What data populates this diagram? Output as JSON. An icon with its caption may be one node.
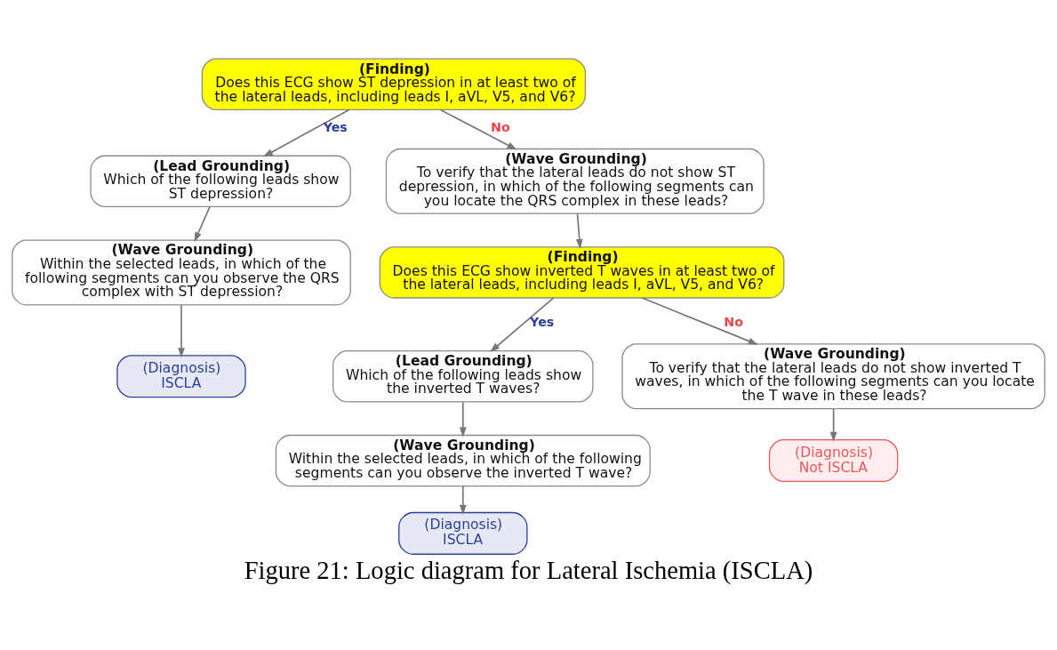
{
  "diagram": {
    "caption": "Figure 21: Logic diagram for Lateral Ischemia (ISCLA)",
    "nodes": [
      {
        "text": [
          "(Finding)",
          "Does this ECG show ST depression in at least two of the lateral leads, including leads I, aVL, V5, and V6?"
        ]
      },
      {
        "text": [
          "(Lead Grounding)",
          "Which of the following leads show ST depression?"
        ]
      },
      {
        "text": [
          "(Wave Grounding)",
          "To verify that the lateral leads do not show ST depression, in which of the following segments can you locate the QRS complex in these leads?"
        ]
      },
      {
        "text": [
          "(Wave Grounding)",
          "Within the selected leads, in which of the following segments can you observe the QRS complex with ST depression?"
        ]
      },
      {
        "text": [
          "(Finding)",
          "Does this ECG show inverted T waves in at least two of the lateral leads, including leads I, aVL, V5, and V6?"
        ]
      },
      {
        "text": [
          "(Diagnosis)",
          "ISCLA"
        ]
      },
      {
        "text": [
          "(Lead Grounding)",
          "Which of the following leads show the inverted T waves?"
        ]
      },
      {
        "text": [
          "(Wave Grounding)",
          "To verify that the lateral leads do not show inverted T waves, in which of the following segments can you locate the T wave in these leads?"
        ]
      },
      {
        "text": [
          "(Wave Grounding)",
          "Within the selected leads, in which of the following segments can you observe the inverted T wave?"
        ]
      },
      {
        "text": [
          "(Diagnosis)",
          "Not ISCLA"
        ]
      },
      {
        "text": [
          "(Diagnosis)",
          "ISCLA"
        ]
      }
    ],
    "edges": [
      {
        "from": 0,
        "to": 1,
        "arrow": "to",
        "label": "Yes"
      },
      {
        "from": 0,
        "to": 2,
        "arrow": "to",
        "label": "No"
      },
      {
        "from": 1,
        "to": 3,
        "arrow": "to"
      },
      {
        "from": 2,
        "to": 4,
        "arrow": "to"
      },
      {
        "from": 3,
        "to": 5,
        "arrow": "to"
      },
      {
        "from": 4,
        "to": 6,
        "arrow": "to",
        "label": "Yes"
      },
      {
        "from": 4,
        "to": 7,
        "arrow": "to",
        "label": "No"
      },
      {
        "from": 6,
        "to": 8,
        "arrow": "to"
      },
      {
        "from": 7,
        "to": 9,
        "arrow": "to"
      },
      {
        "from": 8,
        "to": 10,
        "arrow": "to"
      }
    ]
  }
}
